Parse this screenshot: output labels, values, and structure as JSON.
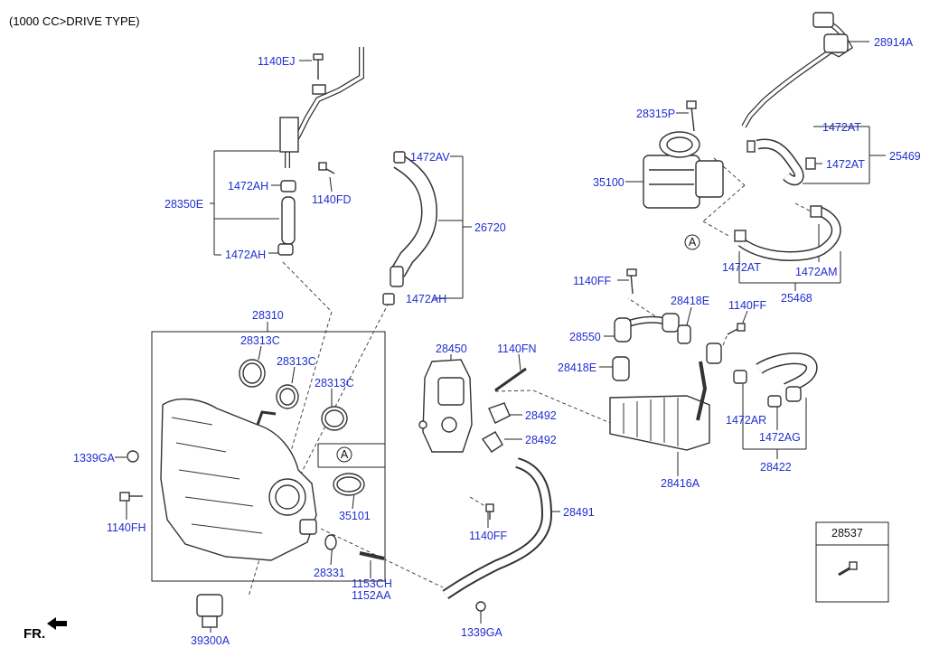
{
  "header": {
    "title": "(1000 CC>DRIVE TYPE)"
  },
  "front_marker": "FR.",
  "callouts": {
    "c28914A": "28914A",
    "c1140EJ": "1140EJ",
    "c28315P": "28315P",
    "c1472AT_top": "1472AT",
    "c25469": "25469",
    "c1472AT_mid": "1472AT",
    "c35100": "35100",
    "c1472AV": "1472AV",
    "c1472AH_a": "1472AH",
    "c28350E": "28350E",
    "c1140FD": "1140FD",
    "c1472AH_b": "1472AH",
    "c26720": "26720",
    "c1472AT_low": "1472AT",
    "c1472AM": "1472AM",
    "c25468": "25468",
    "c1472AH_c": "1472AH",
    "c1140FF_a": "1140FF",
    "c28418E_a": "28418E",
    "c1140FF_b": "1140FF",
    "c28310": "28310",
    "c28313C_a": "28313C",
    "c28313C_b": "28313C",
    "c28313C_c": "28313C",
    "c28550": "28550",
    "c28450": "28450",
    "c1140FN": "1140FN",
    "c28418E_b": "28418E",
    "c1339GA_a": "1339GA",
    "c28492_a": "28492",
    "c28492_b": "28492",
    "c1472AR": "1472AR",
    "c1472AG": "1472AG",
    "c28422": "28422",
    "c28416A": "28416A",
    "c35101": "35101",
    "c1140FH": "1140FH",
    "c28491": "28491",
    "c1140FF_c": "1140FF",
    "c28537": "28537",
    "c28331": "28331",
    "c1153CH": "1153CH",
    "c1152AA": "1152AA",
    "c39300A": "39300A",
    "c1339GA_b": "1339GA",
    "ref_A_top": "A",
    "ref_A_mid": "A"
  },
  "colors": {
    "label": "#1f2fd0",
    "line": "#222222",
    "part": "#333333"
  },
  "icons": {
    "front_arrow": "front-arrow-icon"
  }
}
